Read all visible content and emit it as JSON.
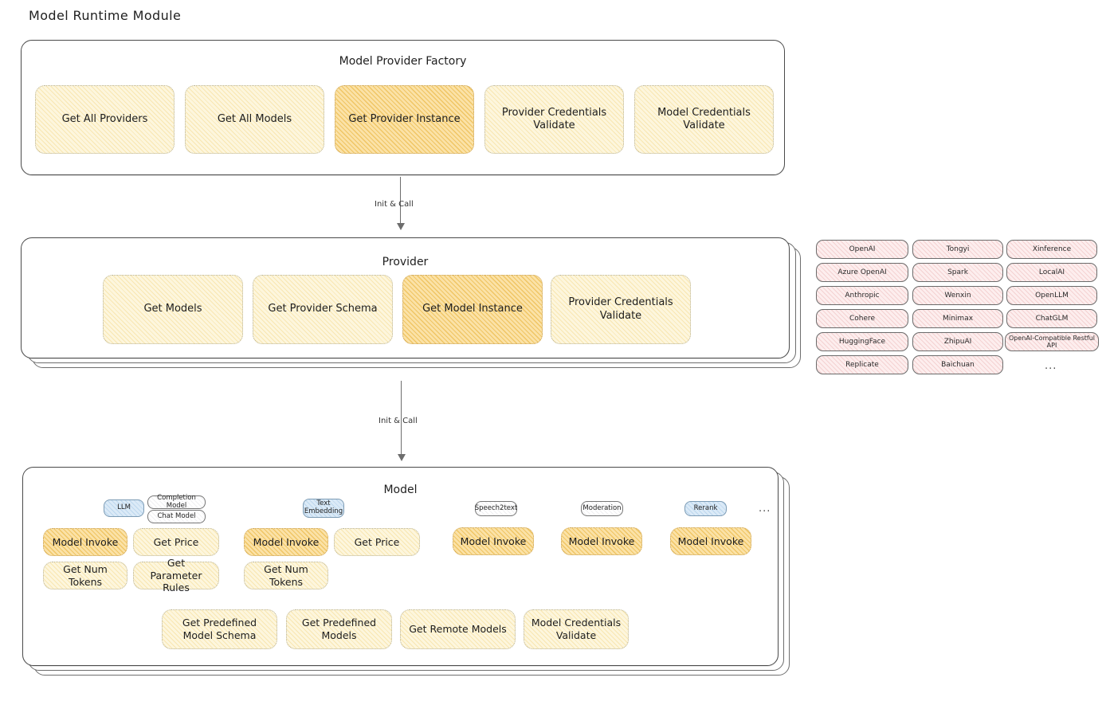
{
  "page": {
    "title": "Model Runtime Module"
  },
  "factory": {
    "title": "Model Provider Factory",
    "nodes": [
      {
        "label": "Get All Providers",
        "highlight": false
      },
      {
        "label": "Get All Models",
        "highlight": false
      },
      {
        "label": "Get Provider Instance",
        "highlight": true
      },
      {
        "label": "Provider Credentials Validate",
        "highlight": false
      },
      {
        "label": "Model Credentials Validate",
        "highlight": false
      }
    ]
  },
  "arrows": [
    {
      "label": "Init & Call"
    },
    {
      "label": "Init & Call"
    }
  ],
  "provider": {
    "title": "Provider",
    "nodes": [
      {
        "label": "Get Models",
        "highlight": false
      },
      {
        "label": "Get Provider Schema",
        "highlight": false
      },
      {
        "label": "Get Model Instance",
        "highlight": true
      },
      {
        "label": "Provider Credentials Validate",
        "highlight": false
      }
    ]
  },
  "provider_list": {
    "ellipsis": "...",
    "columns": [
      {
        "items": [
          "OpenAI",
          "Azure OpenAI",
          "Anthropic",
          "Cohere",
          "HuggingFace",
          "Replicate"
        ]
      },
      {
        "items": [
          "Tongyi",
          "Spark",
          "Wenxin",
          "Minimax",
          "ZhipuAI",
          "Baichuan"
        ]
      },
      {
        "items": [
          "Xinference",
          "LocalAI",
          "OpenLLM",
          "ChatGLM",
          "OpenAI-Compatible Restful API"
        ]
      }
    ]
  },
  "model": {
    "title": "Model",
    "ellipsis": "...",
    "types": [
      {
        "badge": "LLM",
        "badge_blue": true,
        "sub_badges": [
          "Completion Model",
          "Chat Model"
        ],
        "nodes": [
          {
            "label": "Model Invoke",
            "highlight": true
          },
          {
            "label": "Get Price",
            "highlight": false
          },
          {
            "label": "Get Num Tokens",
            "highlight": false
          },
          {
            "label": "Get Parameter Rules",
            "highlight": false
          }
        ]
      },
      {
        "badge": "Text Embedding",
        "badge_blue": true,
        "sub_badges": [],
        "nodes": [
          {
            "label": "Model Invoke",
            "highlight": true
          },
          {
            "label": "Get Price",
            "highlight": false
          },
          {
            "label": "Get Num Tokens",
            "highlight": false
          }
        ]
      },
      {
        "badge": "Speech2text",
        "badge_blue": false,
        "sub_badges": [],
        "nodes": [
          {
            "label": "Model Invoke",
            "highlight": true
          }
        ]
      },
      {
        "badge": "Moderation",
        "badge_blue": false,
        "sub_badges": [],
        "nodes": [
          {
            "label": "Model Invoke",
            "highlight": true
          }
        ]
      },
      {
        "badge": "Rerank",
        "badge_blue": true,
        "sub_badges": [],
        "nodes": [
          {
            "label": "Model Invoke",
            "highlight": true
          }
        ]
      }
    ],
    "common_nodes": [
      {
        "label": "Get Predefined Model Schema"
      },
      {
        "label": "Get Predefined Models"
      },
      {
        "label": "Get Remote Models"
      },
      {
        "label": "Model Credentials Validate"
      }
    ]
  }
}
